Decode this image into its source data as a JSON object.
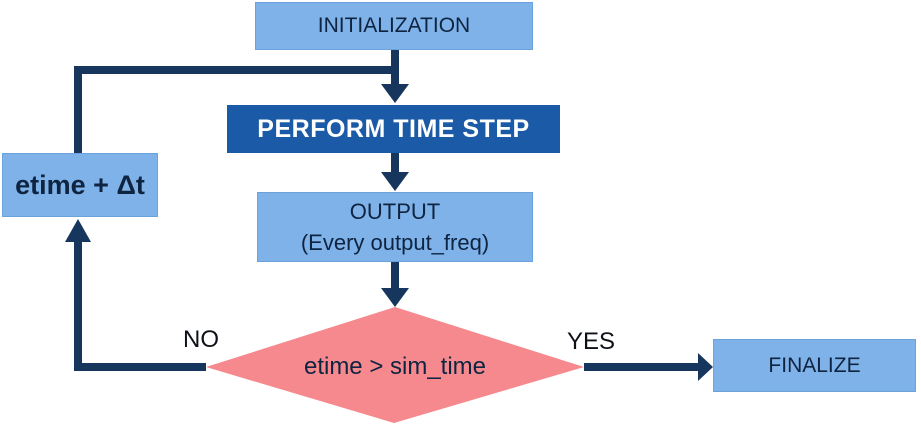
{
  "colors": {
    "light_blue": "#7FB2E9",
    "light_blue_border": "#6BA2DC",
    "dark_blue": "#1B5AA6",
    "navy": "#17365D",
    "pink": "#F5898D",
    "box_text": "#0E2440",
    "white_text": "#FFFFFF",
    "label_text": "#0D1117"
  },
  "nodes": {
    "initialization": {
      "label": "INITIALIZATION"
    },
    "perform_time_step": {
      "label": "PERFORM TIME STEP"
    },
    "output": {
      "label": "OUTPUT",
      "sublabel": "(Every output_freq)"
    },
    "decision": {
      "label": "etime > sim_time"
    },
    "increment": {
      "label": "etime + Δt"
    },
    "finalize": {
      "label": "FINALIZE"
    }
  },
  "edges": {
    "no_label": "NO",
    "yes_label": "YES"
  }
}
